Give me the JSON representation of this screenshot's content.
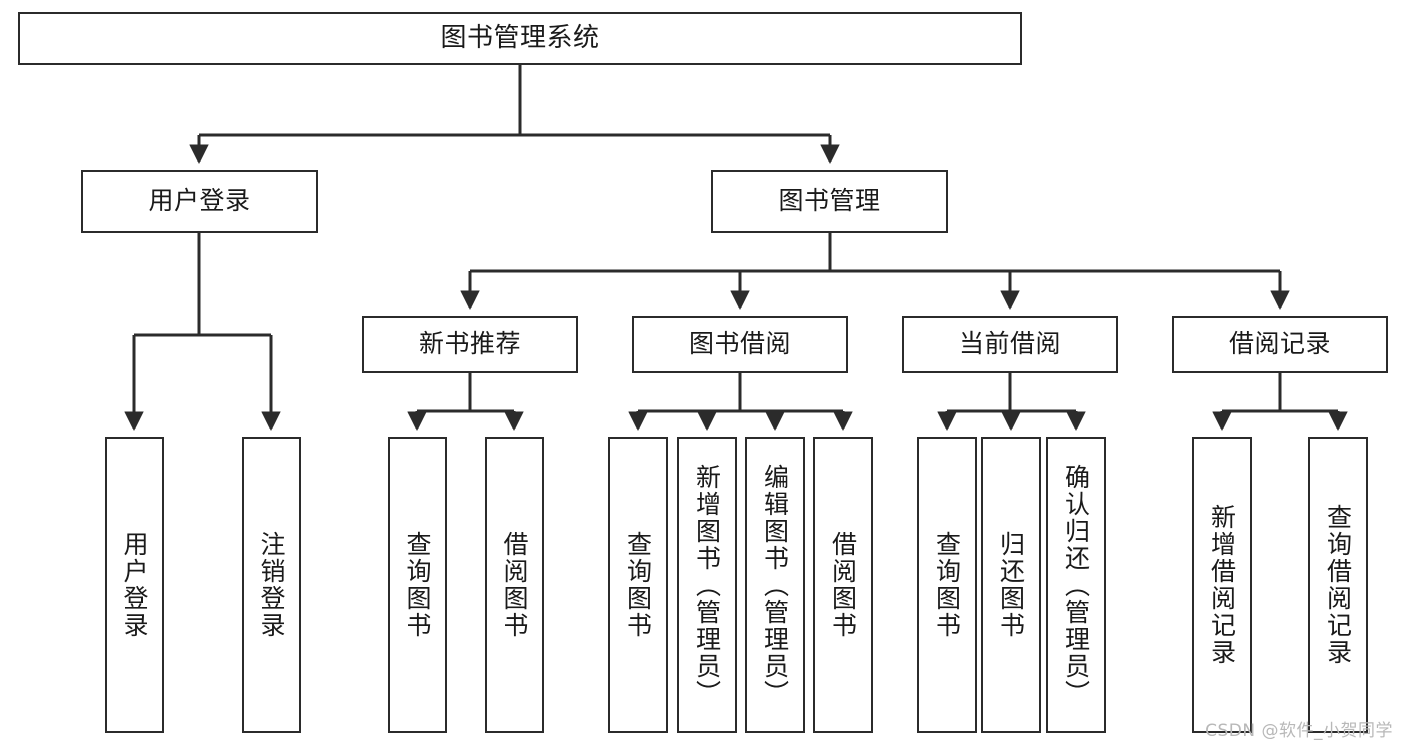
{
  "diagram": {
    "title": "图书管理系统",
    "type": "hierarchy-tree",
    "watermark": "CSDN @软件_小贺同学",
    "colors": {
      "background": "#ffffff",
      "node_border": "#2b2b2b",
      "node_fill": "#ffffff",
      "edge": "#2b2b2b",
      "text": "#1a1a1a",
      "watermark": "#b8b8b8"
    },
    "levels": {
      "root": {
        "label": "图书管理系统"
      },
      "level2": [
        {
          "id": "user-login",
          "label": "用户登录"
        },
        {
          "id": "book-manage",
          "label": "图书管理"
        }
      ],
      "level3": [
        {
          "id": "new-book-recommend",
          "label": "新书推荐",
          "parent": "book-manage"
        },
        {
          "id": "book-borrow",
          "label": "图书借阅",
          "parent": "book-manage"
        },
        {
          "id": "current-borrow",
          "label": "当前借阅",
          "parent": "book-manage"
        },
        {
          "id": "borrow-record",
          "label": "借阅记录",
          "parent": "book-manage"
        }
      ],
      "leaves": [
        {
          "id": "leaf-user-login",
          "label": "用户登录",
          "parent": "user-login"
        },
        {
          "id": "leaf-user-logout",
          "label": "注销登录",
          "parent": "user-login"
        },
        {
          "id": "leaf-query-book-1",
          "label": "查询图书",
          "parent": "new-book-recommend"
        },
        {
          "id": "leaf-borrow-book-1",
          "label": "借阅图书",
          "parent": "new-book-recommend"
        },
        {
          "id": "leaf-query-book-2",
          "label": "查询图书",
          "parent": "book-borrow"
        },
        {
          "id": "leaf-add-book",
          "label": "新增图书（管理员）",
          "parent": "book-borrow"
        },
        {
          "id": "leaf-edit-book",
          "label": "编辑图书（管理员）",
          "parent": "book-borrow"
        },
        {
          "id": "leaf-borrow-book-2",
          "label": "借阅图书",
          "parent": "book-borrow"
        },
        {
          "id": "leaf-query-book-3",
          "label": "查询图书",
          "parent": "current-borrow"
        },
        {
          "id": "leaf-return-book",
          "label": "归还图书",
          "parent": "current-borrow"
        },
        {
          "id": "leaf-confirm-return",
          "label": "确认归还（管理员）",
          "parent": "current-borrow"
        },
        {
          "id": "leaf-add-record",
          "label": "新增借阅记录",
          "parent": "borrow-record"
        },
        {
          "id": "leaf-query-record",
          "label": "查询借阅记录",
          "parent": "borrow-record"
        }
      ]
    }
  }
}
